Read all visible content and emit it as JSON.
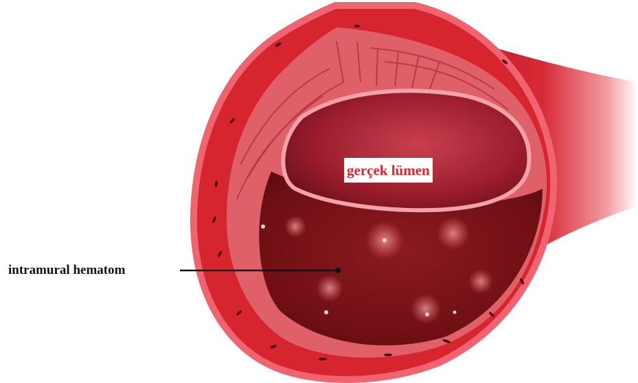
{
  "labels": {
    "true_lumen": "gerçek lümen",
    "intramural_hematoma": "intramural hematom"
  },
  "colors": {
    "outer_wall": "#d6252f",
    "outer_rim": "#f06470",
    "inner_wall": "#e0606a",
    "lumen": "#9b1d2c",
    "hematoma": "#6e0f14",
    "true_lumen_label": "#e0202a",
    "pointer_line": "#111111"
  },
  "icons": {
    "illustration": "aortic-cross-section-illustration"
  }
}
